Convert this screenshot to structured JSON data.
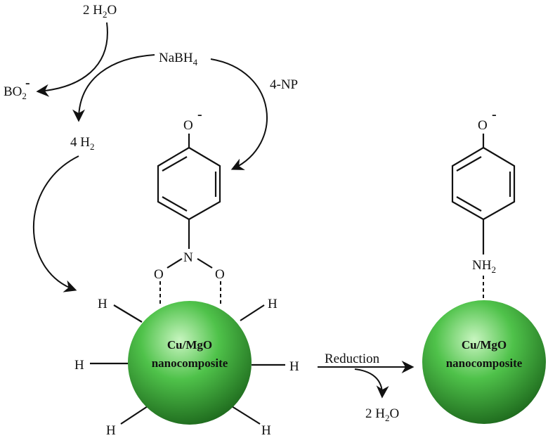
{
  "labels": {
    "water_top": {
      "num": "2 H",
      "sub": "2",
      "tail": "O"
    },
    "nabh4": {
      "main": "NaBH",
      "sub": "4"
    },
    "bo2": {
      "main": "BO",
      "sub": "2",
      "charge": "-"
    },
    "four_np": "4-NP",
    "h2": {
      "num": "4 H",
      "sub": "2"
    },
    "oxide_left": "O",
    "oxide_right": "O",
    "minus": "-",
    "nitrogen": "N",
    "o_left": "O",
    "o_right": "O",
    "h_atom": "H",
    "nh2": {
      "main": "NH",
      "sub": "2"
    },
    "reduction": "Reduction",
    "water_bottom": {
      "num": "2 H",
      "sub": "2",
      "tail": "O"
    }
  },
  "nanoparticle": {
    "line1": "Cu/MgO",
    "line2": "nanocomposite",
    "color_light": "#c8f5c0",
    "color_mid": "#4fc24a",
    "color_dark": "#1f6b1e"
  }
}
